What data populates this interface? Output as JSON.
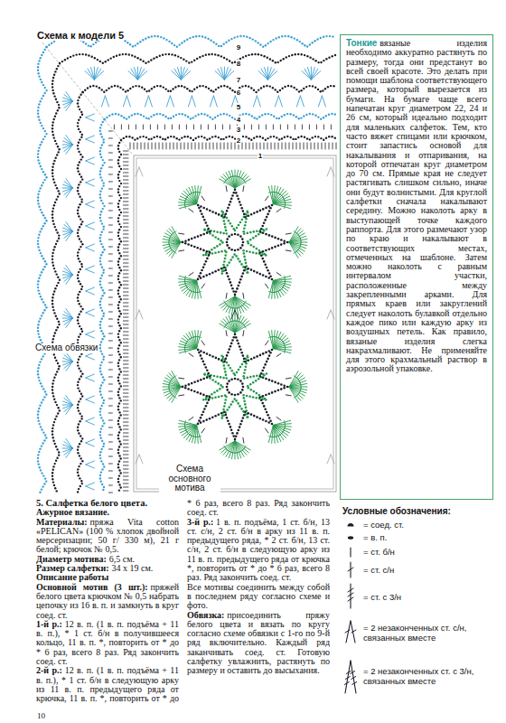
{
  "diagram": {
    "title": "Схема к модели 5",
    "nodes": [
      {
        "text": [
          "Тонкие",
          "вязаные изделия необходимо аккуратно растянуть по размеру, тогда они предстанут во всей своей красоте. Это делать при помощи шаблона соответствующего размера, который вырезается из бумаги. На бумаге чаще всего напечатан круг диаметром 22, 24 и 26 см, который идеально подходит для маленьких салфеток. Тем, кто часто вяжет спицами или крючком, стоит запастись основой для накалывания и отпаривания, на которой отпечатан круг диаметром до 70 см. Прямые края не следует растягивать слишком сильно, иначе они будут волнистыми. Для круглой салфетки сначала накалывают середину. Можно наколоть арку в выступающей точке каждого раппорта. Для этого размечают узор по краю и накалывают в соответствующих местах, отмеченных на шаблоне. Затем можно наколоть с равным интервалом участки, расположенные между закрепленными арками. Для прямых краев или закруглений следует наколоть булавкой отдельно каждое пико или каждую арку из воздушных петель. Как правило, вязаные изделия слегка накрахмаливают. Не применяйте для этого крахмальный раствор в аэрозольной упаковке."
        ]
      }
    ],
    "labels": [
      "9",
      "8",
      "7",
      "6",
      "5",
      "4",
      "3",
      "2",
      "1",
      "Схема обвязки",
      "Схема основного мотива",
      "5. Салфетка белого цвета.",
      "Ажурное вязание.",
      "Материалы:",
      "пряжа Vita cotton «PELICAN» (100 % хлопок двойной мерсеризации; 50 г/ 330 м), 21 г белой; крючок № 0,5.",
      "Диаметр мотива:",
      "6,5 см.",
      "Размер салфетки:",
      "34 х 19 см.",
      "Описание работы",
      "Основной мотив (3 шт.):",
      "пряжей белого цвета крючком № 0,5 набрать цепочку из 16 в. п. и замкнуть в круг соед. ст.",
      "1-й р.:",
      "12 в. п. (1 в. п. подъёма + 11 в. п.), * 1 ст. б/н в получившееся кольцо, 11 в. п. *, повторить от * до * 6 раз, всего 8 раз. Ряд закончить соед. ст.",
      "2-й р.:",
      "12 в. п. (1 в. п. подъёма + 11 в. п.), * 1 ст. б/н в следующую арку из 11 в. п. предыдущего ряда от крючка, 11 в. п. *, повторить от * до * 6 раз, всего 8 раз. Ряд закончить соед. ст.",
      "3-й р.:",
      "1 в. п. подъёма, 1 ст. б/н, 13 ст. с/н, 2 ст. б/н в арку из 11 в. п. предыдущего ряда, * 2 ст. б/н, 13 ст. с/н, 2 ст. б/н в следующую арку из 11 в. п. предыдущего ряда от крючка *, повторить от * до * 6 раз, всего 8 раз. Ряд закончить соед. ст.",
      "Все мотивы соединить между собой в последнем ряду согласно схеме и фото.",
      "Обвязка:",
      "присоединить пряжу белого цвета и вязать по кругу согласно схеме обвязки с 1-го по 9-й ряд включительно. Каждый ряд заканчивать соед. ст. Готовую салфетку увлажнить, растянуть по размеру и оставить до высыхания.",
      "Условные обозначения:",
      "10"
    ],
    "legend": [
      {
        "text": "= соед. ст."
      },
      {
        "text": "= в. п."
      },
      {
        "text": "= ст. б/н"
      },
      {
        "text": "= ст. с/н"
      },
      {
        "text": "= ст. с 3/н"
      },
      {
        "text": "= 2 незаконченных ст. с/н, связанных вместе"
      },
      {
        "text": "= 2 незаконченных ст. с 3/н, связанных вместе"
      }
    ]
  }
}
